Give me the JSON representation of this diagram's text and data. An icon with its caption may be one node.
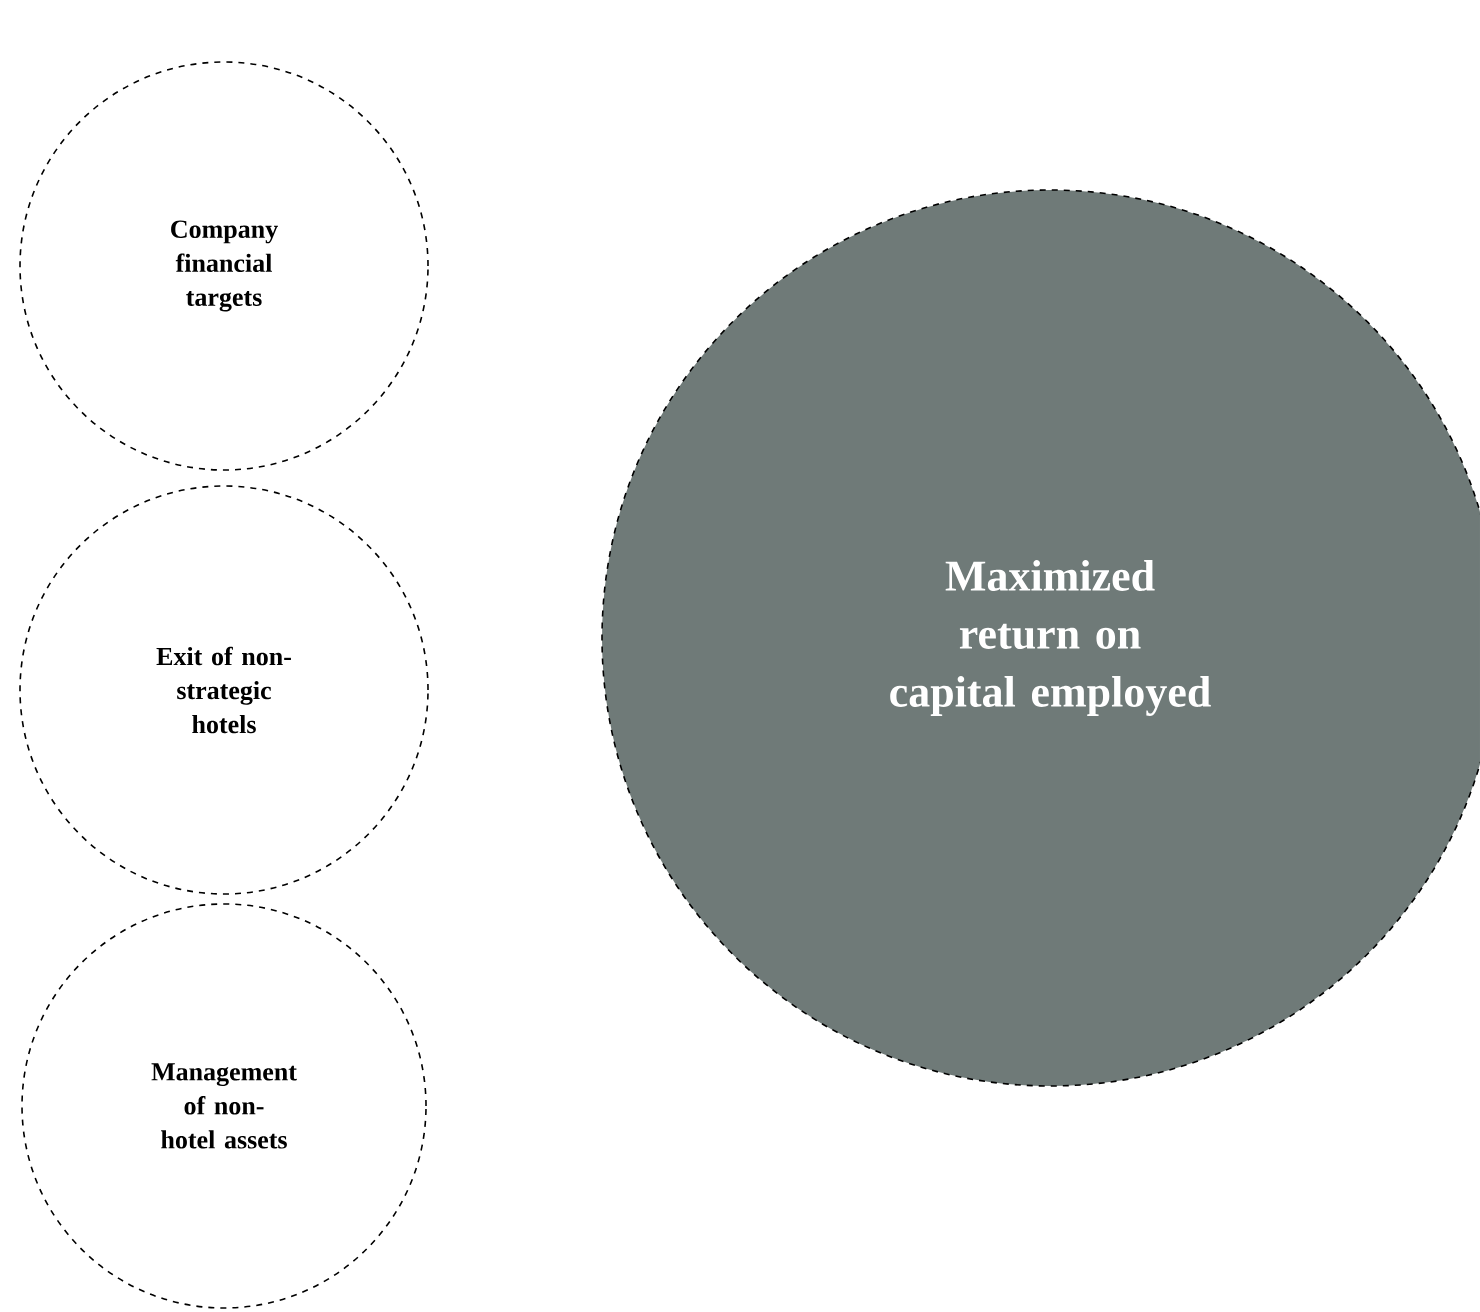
{
  "diagram": {
    "nodes": [
      {
        "text": [
          "Company financial targets"
        ]
      },
      {
        "text": [
          "Exit of non-strategic hotels"
        ]
      },
      {
        "text": [
          "Management of non-hotel assets"
        ]
      },
      {
        "text": [
          "Maximized return on capital employed"
        ]
      }
    ]
  }
}
